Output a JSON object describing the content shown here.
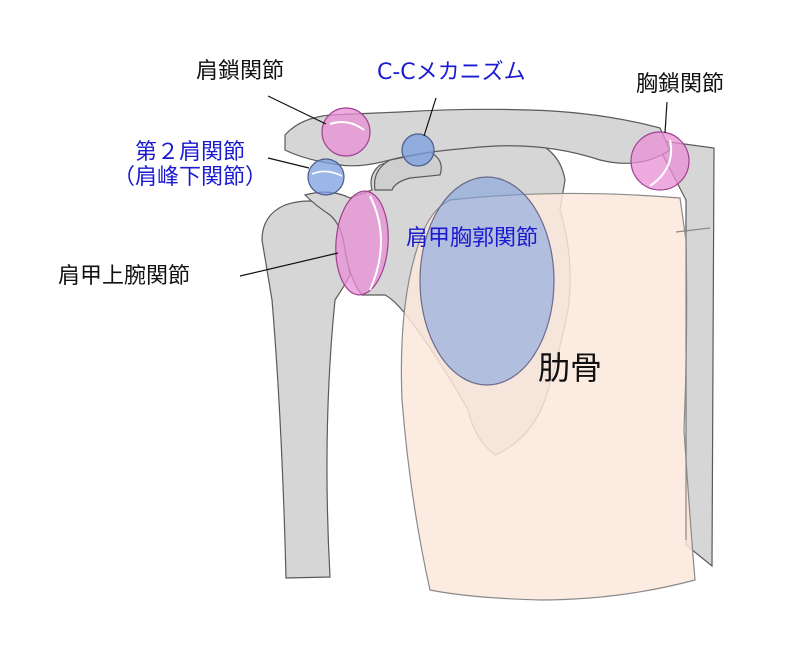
{
  "labels": {
    "ac_joint": "肩鎖関節",
    "cc_mechanism": "C-Cメカニズム",
    "sc_joint": "胸鎖関節",
    "second_shoulder_joint_line1": "第２肩関節",
    "second_shoulder_joint_line2": "（肩峰下関節）",
    "scapulothoracic_joint": "肩甲胸郭関節",
    "glenohumeral_joint": "肩甲上腕関節",
    "ribs": "肋骨"
  },
  "colors": {
    "bone_fill": "#d6d6d6",
    "bone_stroke": "#5a5a5a",
    "rib_fill": "#fbe8dc",
    "pink_joint": "#e88fd6",
    "blue_joint": "#7a9fe0",
    "label_blue": "#1a1ad0",
    "label_black": "#111111"
  }
}
